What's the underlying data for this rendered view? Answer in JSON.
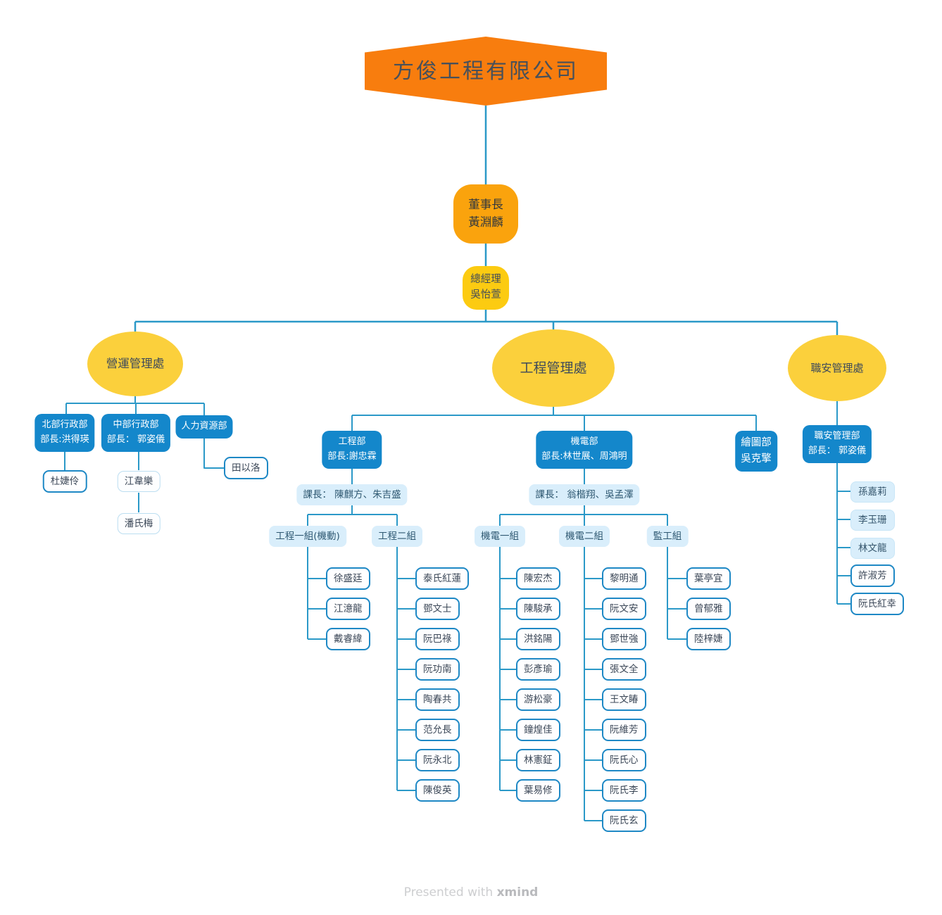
{
  "company": {
    "label": "方俊工程有限公司"
  },
  "chairman": {
    "label": "董事長\n黃淵麟"
  },
  "general_manager": {
    "label": "總經理\n吳怡萱"
  },
  "divisions": {
    "operations": {
      "label": "營運管理處",
      "departments": [
        {
          "label": "北部行政部\n部長:洪得瑛",
          "members": [
            "杜婕伶"
          ]
        },
        {
          "label": "中部行政部\n部長： 郭姿儀",
          "members": [
            "江韋樂",
            "潘氏梅"
          ]
        },
        {
          "label": "人力資源部",
          "members": [
            "田以洛"
          ]
        }
      ]
    },
    "engineering": {
      "label": "工程管理處",
      "departments": [
        {
          "label": "工程部\n部長:謝忠霖",
          "chiefs": "課長： 陳麒方、朱吉盛",
          "groups": [
            {
              "label": "工程一組(機動)",
              "members": [
                "徐盛廷",
                "江澺龍",
                "戴睿緯"
              ]
            },
            {
              "label": "工程二組",
              "members": [
                "泰氏紅蓮",
                "鄧文士",
                "阮巴祿",
                "阮功南",
                "陶春共",
                "范允長",
                "阮永北",
                "陳俊英"
              ]
            }
          ]
        },
        {
          "label": "機電部\n部長:林世展、周鴻明",
          "chiefs": "課長： 翁楷翔、吳孟澤",
          "groups": [
            {
              "label": "機電一組",
              "members": [
                "陳宏杰",
                "陳駿承",
                "洪銘陽",
                "彭彥瑜",
                "游松豪",
                "鐘煌佳",
                "林憲鉦",
                "葉易修"
              ]
            },
            {
              "label": "機電二組",
              "members": [
                "黎明通",
                "阮文安",
                "鄧世強",
                "張文全",
                "王文睶",
                "阮維芳",
                "阮氏心",
                "阮氏李",
                "阮氏玄"
              ]
            },
            {
              "label": "監工組",
              "members": [
                "葉亭宜",
                "曾郁雅",
                "陸梓婕"
              ]
            }
          ]
        },
        {
          "label": "繪圖部\n吳克擎"
        }
      ]
    },
    "safety": {
      "label": "職安管理處",
      "departments": [
        {
          "label": "職安管理部\n部長： 郭姿儀",
          "members": [
            "孫嘉莉",
            "李玉珊",
            "林文龍",
            "許淑芳",
            "阮氏紅幸"
          ]
        }
      ]
    }
  },
  "colors": {
    "root_orange": "#F87D0E",
    "chairman_orange": "#FAA30D",
    "gm_yellow": "#FCCB11",
    "division_yellow": "#FBD03C",
    "dept_blue": "#1487CB",
    "label_light_blue": "#D9EEFB",
    "leaf_border_blue": "#1E88C5",
    "connector_blue": "#2B99C8"
  },
  "footer": {
    "presented": "Presented with ",
    "brand": "xmind"
  }
}
